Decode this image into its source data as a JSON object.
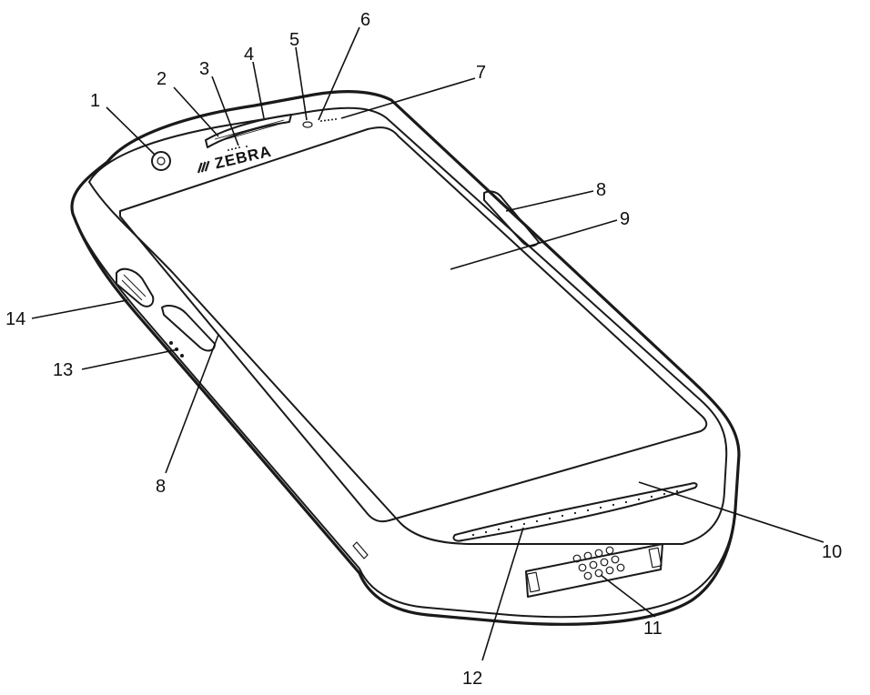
{
  "brand": {
    "logo_text": "ZEBRA"
  },
  "callouts": [
    {
      "id": "c1",
      "label": "1"
    },
    {
      "id": "c2",
      "label": "2"
    },
    {
      "id": "c3",
      "label": "3"
    },
    {
      "id": "c4",
      "label": "4"
    },
    {
      "id": "c5",
      "label": "5"
    },
    {
      "id": "c6",
      "label": "6"
    },
    {
      "id": "c7",
      "label": "7"
    },
    {
      "id": "c8a",
      "label": "8"
    },
    {
      "id": "c9",
      "label": "9"
    },
    {
      "id": "c8b",
      "label": "8"
    },
    {
      "id": "c10",
      "label": "10"
    },
    {
      "id": "c11",
      "label": "11"
    },
    {
      "id": "c12",
      "label": "12"
    },
    {
      "id": "c13",
      "label": "13"
    },
    {
      "id": "c14",
      "label": "14"
    }
  ],
  "colors": {
    "line": "#1a1a1a",
    "background": "#ffffff"
  }
}
